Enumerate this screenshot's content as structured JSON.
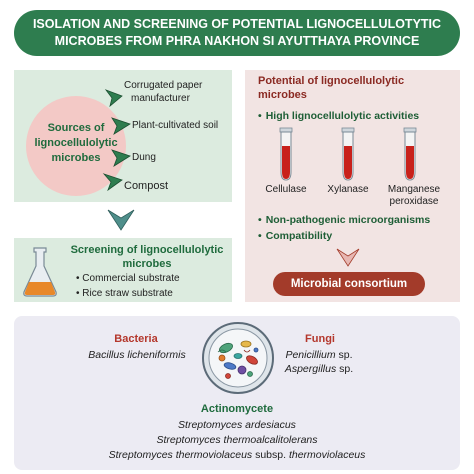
{
  "title": {
    "line1": "ISOLATION AND SCREENING OF POTENTIAL  LIGNOCELLULOTYTIC",
    "line2": "MICROBES FROM PHRA  NAKHON SI AYUTTHAYA PROVINCE"
  },
  "sources": {
    "label_line1": "Sources of",
    "label_line2": "lignocellulolytic",
    "label_line3": "microbes",
    "items": [
      "Corrugated paper",
      "manufacturer",
      "Plant-cultivated soil",
      "Dung",
      "Compost"
    ]
  },
  "screening": {
    "title_line1": "Screening of lignocellulolytic",
    "title_line2": "microbes",
    "items": [
      "Commercial substrate",
      "Rice straw substrate"
    ]
  },
  "potential": {
    "title_line1": "Potential of lignocellulolytic",
    "title_line2": "microbes",
    "high_activity": "High lignocellulolytic activities",
    "tubes": [
      "Cellulase",
      "Xylanase",
      "Manganese",
      "peroxidase"
    ],
    "non_pathogenic": "Non-pathogenic microorganisms",
    "compatibility": "Compatibility",
    "consortium": "Microbial consortium"
  },
  "bottom": {
    "bacteria_title": "Bacteria",
    "bacteria_species": "Bacillus licheniformis",
    "fungi_title": "Fungi",
    "fungi_1_genus": "Penicillium",
    "fungi_1_sp": " sp.",
    "fungi_2_genus": "Aspergillus",
    "fungi_2_sp": " sp.",
    "actino_title": "Actinomycete",
    "actino_1": "Streptomyces ardesiacus",
    "actino_2": "Streptomyces thermoalcalitolerans",
    "actino_3a": "Streptomyces thermoviolaceus",
    "actino_3b": " subsp. ",
    "actino_3c": "thermoviolaceus"
  },
  "colors": {
    "title_bg": "#2e7d4f",
    "green_panel": "#dcebdf",
    "pink_panel": "#f2e4e3",
    "circle": "#f3c9c6",
    "consortium": "#a33b2a",
    "bottom_panel": "#ecebf3",
    "tube_fill": "#c8211b"
  },
  "icons": [
    "triangle-arrow-icon",
    "down-chevron-icon",
    "flask-icon",
    "test-tube-icon",
    "petri-dish-icon"
  ]
}
